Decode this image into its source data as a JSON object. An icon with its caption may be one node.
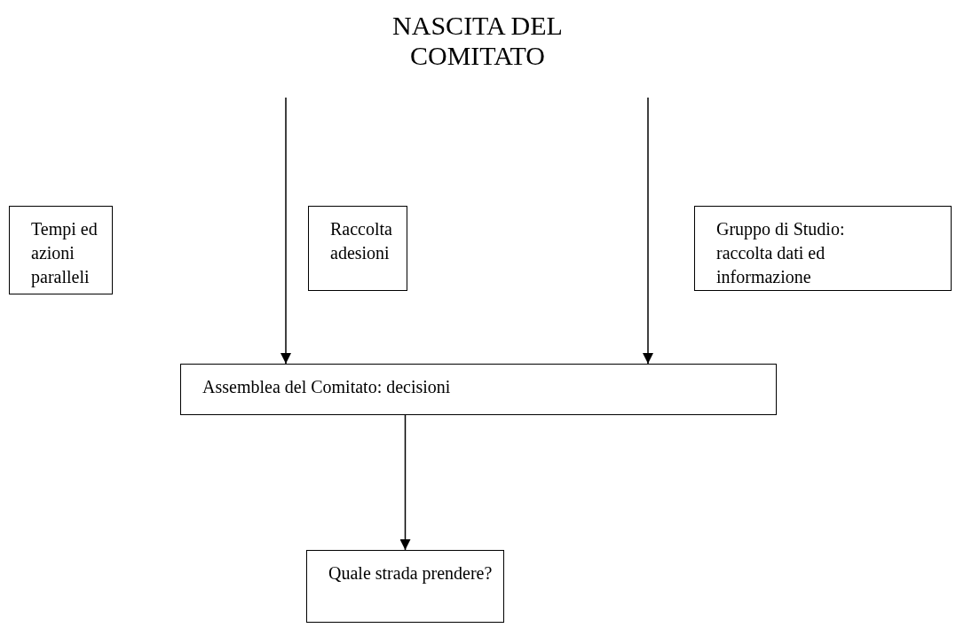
{
  "diagram": {
    "title": "NASCITA DEL COMITATO",
    "nodes": [
      {
        "text": [
          "Tempi ed azioni paralleli"
        ]
      },
      {
        "text": [
          "Raccolta adesioni"
        ]
      },
      {
        "text": [
          "Gruppo di Studio: raccolta dati ed informazione"
        ]
      },
      {
        "text": [
          "Assemblea del Comitato: decisioni"
        ]
      },
      {
        "text": [
          "Quale strada prendere?"
        ]
      }
    ],
    "edges": [
      {
        "from": null,
        "to": 3,
        "arrow": "to"
      },
      {
        "from": null,
        "to": 3,
        "arrow": "to"
      },
      {
        "from": 3,
        "to": 4,
        "arrow": "to"
      }
    ]
  }
}
